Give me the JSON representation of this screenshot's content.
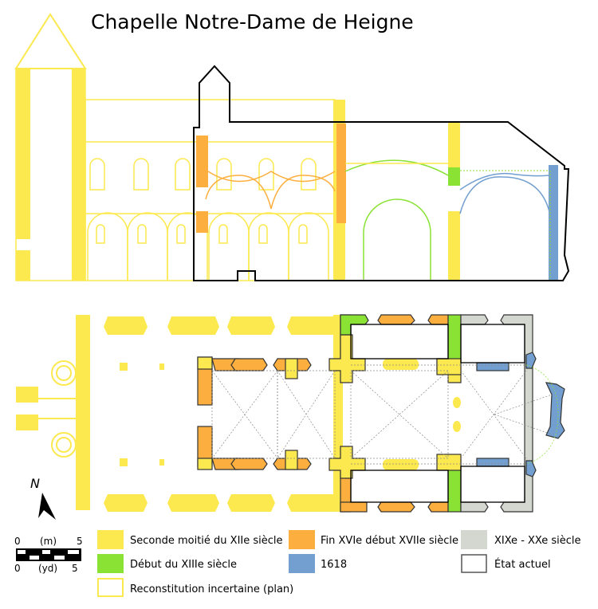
{
  "title": "Chapelle Notre-Dame de Heigne",
  "north_label": "N",
  "scale": {
    "top_left": "0",
    "top_unit": "(m)",
    "top_right": "5",
    "bottom_left": "0",
    "bottom_unit": "(yd)",
    "bottom_right": "5"
  },
  "colors": {
    "yellow": "#fce94f",
    "green": "#8ae234",
    "orange": "#fcaf3e",
    "blue": "#729fcf",
    "gray": "#d3d7cf",
    "outline": "#000000"
  },
  "legend": [
    {
      "label": "Seconde moitié du XIIe siècle",
      "color": "#fce94f",
      "style": "fill"
    },
    {
      "label": "Début du XIIIe siècle",
      "color": "#8ae234",
      "style": "fill"
    },
    {
      "label": "Reconstitution incertaine (plan)",
      "color": "#fce94f",
      "style": "outline"
    },
    {
      "label": "Fin XVIe début XVIIe siècle",
      "color": "#fcaf3e",
      "style": "fill"
    },
    {
      "label": "1618",
      "color": "#729fcf",
      "style": "fill"
    },
    {
      "label": "XIXe - XXe siècle",
      "color": "#d3d7cf",
      "style": "fill"
    },
    {
      "label": "État actuel",
      "color": "#ffffff",
      "style": "black-outline"
    }
  ]
}
